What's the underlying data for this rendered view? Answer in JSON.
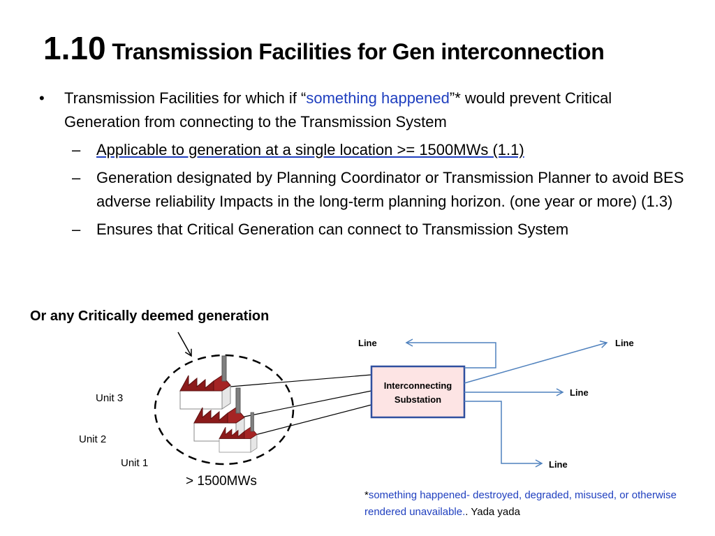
{
  "title": {
    "number": "1.10",
    "text": "Transmission Facilities for Gen interconnection"
  },
  "bullet": {
    "marker": "•",
    "text_before": "Transmission Facilities for which if “",
    "highlight": "something happened",
    "text_after": "”* would prevent Critical Generation from connecting to the Transmission System"
  },
  "subbullets": [
    {
      "dash": "–",
      "text": "Applicable to generation at a single location >= 1500MWs (1.1)"
    },
    {
      "dash": "–",
      "text": "Generation designated by Planning Coordinator or Transmission Planner to avoid BES adverse reliability Impacts in the long-term planning horizon. (one year or more) (1.3)"
    },
    {
      "dash": "–",
      "text": "Ensures that Critical Generation can connect to Transmission System"
    }
  ],
  "diagram": {
    "heading": "Or any Critically deemed generation",
    "units": [
      "Unit 3",
      "Unit 2",
      "Unit 1"
    ],
    "capacity": "> 1500MWs",
    "substation": [
      "Interconnecting",
      "Substation"
    ],
    "lines": [
      "Line",
      "Line",
      "Line",
      "Line"
    ]
  },
  "footnote": {
    "star": "*",
    "highlight": "something happened- destroyed, degraded, misused, or otherwise rendered unavailable.",
    "tail": ". Yada yada"
  },
  "colors": {
    "highlight": "#1f3fbf",
    "arrow": "#4f81bd",
    "factory": "#8b1a1a",
    "substation_fill": "#fde4e4",
    "substation_border": "#2f4f9f"
  }
}
